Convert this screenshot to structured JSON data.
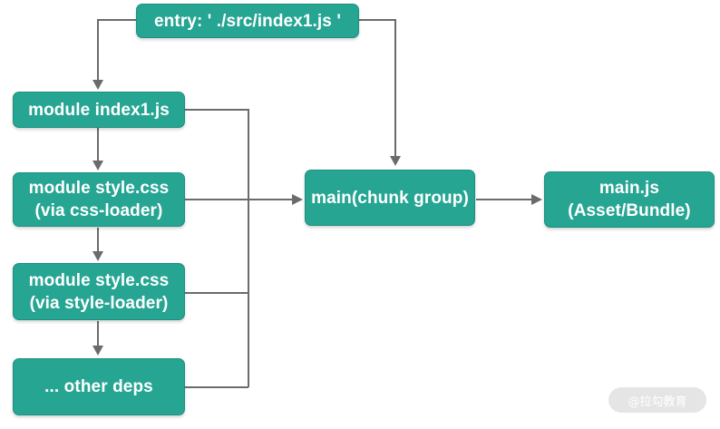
{
  "diagram": {
    "nodes": {
      "entry": "entry: ' ./src/index1.js '",
      "module_index1": "module index1.js",
      "module_style_css_loader": "module style.css\n(via css-loader)",
      "module_style_style_loader": "module style.css\n(via style-loader)",
      "other_deps": "... other deps",
      "main_chunk_group": "main(chunk group)",
      "main_js_asset": "main.js\n(Asset/Bundle)"
    },
    "edges": [
      {
        "from": "entry",
        "to": "module_index1"
      },
      {
        "from": "entry",
        "to": "main_chunk_group"
      },
      {
        "from": "module_index1",
        "to": "module_style_css_loader"
      },
      {
        "from": "module_style_css_loader",
        "to": "module_style_style_loader"
      },
      {
        "from": "module_style_style_loader",
        "to": "other_deps"
      },
      {
        "from": "module_index1",
        "to": "main_chunk_group"
      },
      {
        "from": "module_style_css_loader",
        "to": "main_chunk_group"
      },
      {
        "from": "module_style_style_loader",
        "to": "main_chunk_group"
      },
      {
        "from": "other_deps",
        "to": "main_chunk_group"
      },
      {
        "from": "main_chunk_group",
        "to": "main_js_asset"
      }
    ],
    "colors": {
      "node_fill": "#26a593",
      "node_text": "#ffffff",
      "edge": "#6b6b6b"
    }
  },
  "watermark": {
    "text": "@拉勾教育"
  }
}
